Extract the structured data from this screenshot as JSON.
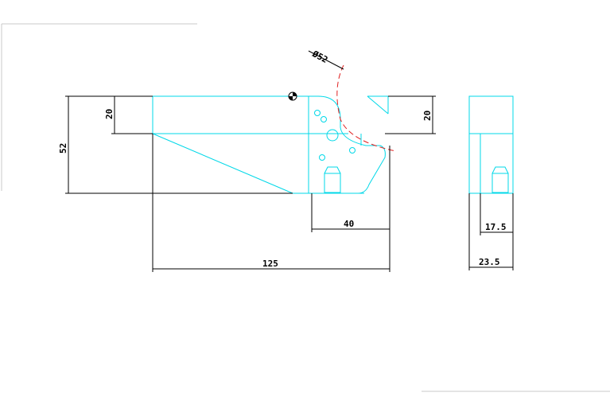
{
  "drawing": {
    "colors": {
      "outline": "#00d8e8",
      "dimension": "#000000",
      "diameter_circle": "#e02020",
      "background": "#ffffff"
    },
    "dimensions": {
      "height_total": "52",
      "height_upper": "20",
      "height_right": "20",
      "length_total": "125",
      "length_tip": "40",
      "width_inner": "17.5",
      "width_total": "23.5",
      "diameter": "Ø52"
    }
  }
}
